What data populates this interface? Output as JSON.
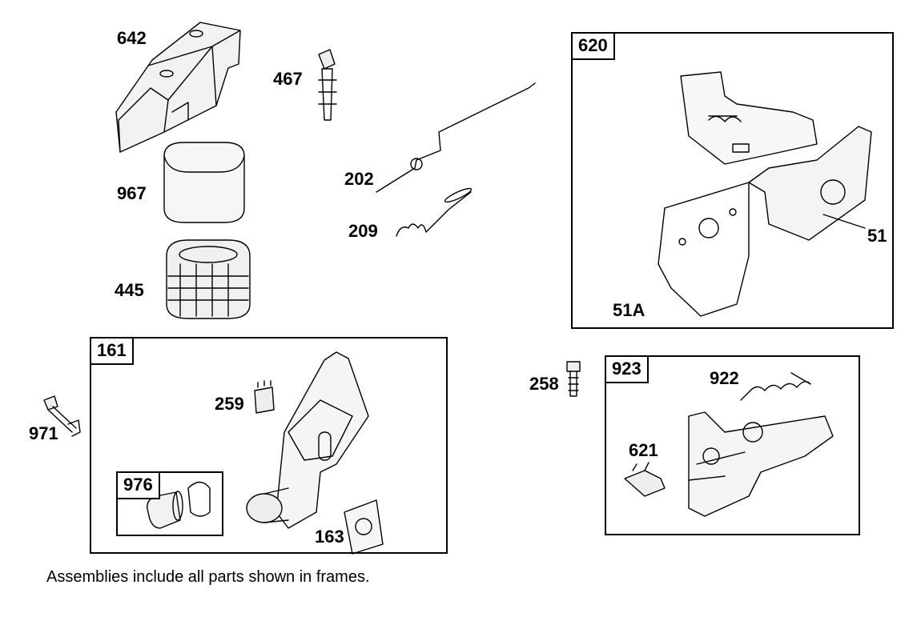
{
  "labels": {
    "p642": "642",
    "p967": "967",
    "p445": "445",
    "p467": "467",
    "p202": "202",
    "p209": "209",
    "p620": "620",
    "p51": "51",
    "p51a": "51A",
    "p161": "161",
    "p259": "259",
    "p976": "976",
    "p163": "163",
    "p971": "971",
    "p258": "258",
    "p923": "923",
    "p922": "922",
    "p621": "621"
  },
  "note": "Assemblies include all parts shown in frames."
}
